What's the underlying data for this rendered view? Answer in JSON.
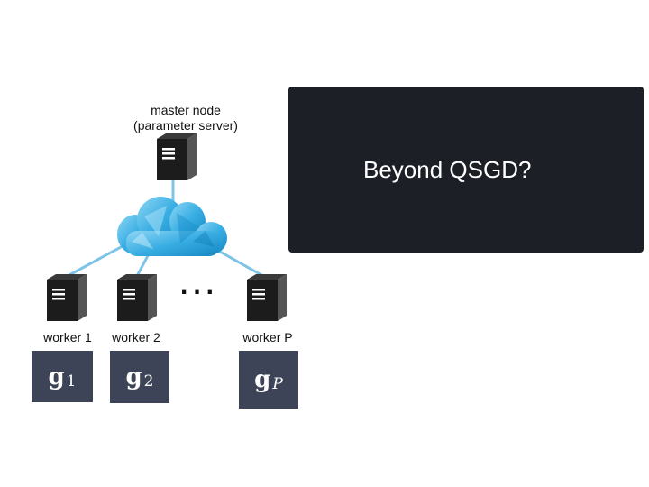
{
  "master": {
    "title": "master node",
    "subtitle": "(parameter server)"
  },
  "workers": [
    {
      "label": "worker 1",
      "grad_symbol": "g",
      "grad_sub": "1"
    },
    {
      "label": "worker 2",
      "grad_symbol": "g",
      "grad_sub": "2"
    },
    {
      "label": "worker P",
      "grad_symbol": "g",
      "grad_sub": "P"
    }
  ],
  "ellipsis": "...",
  "callout": {
    "text": "Beyond QSGD?"
  },
  "colors": {
    "link": "#7ec3e8",
    "server_body": "#1c1c1c",
    "cloud_light": "#6cc4ec",
    "cloud_dark": "#1796cf",
    "grad_box": "#3d4457",
    "callout_bg": "#1d1f26"
  },
  "icons": [
    "server-icon",
    "cloud-icon"
  ]
}
